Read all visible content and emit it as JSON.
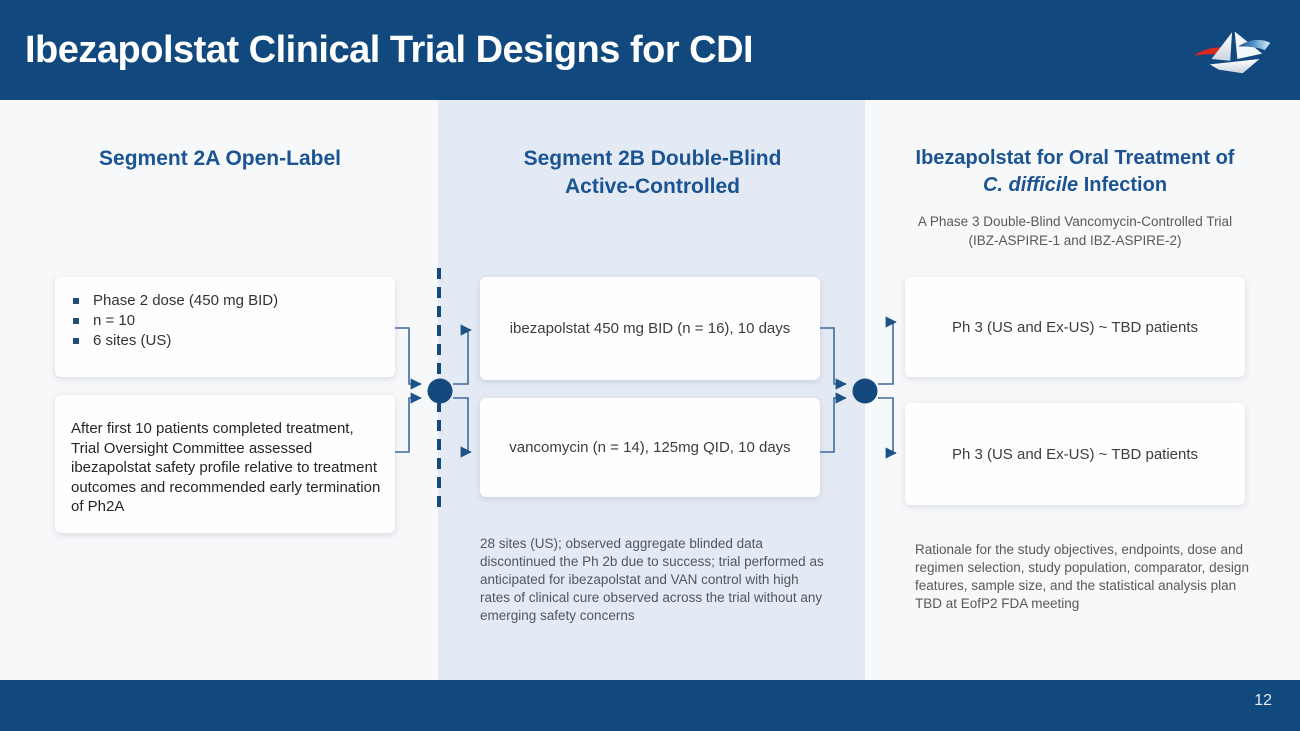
{
  "slide": {
    "title": "Ibezapolstat Clinical Trial Designs for CDI",
    "page_number": "12",
    "logo": "paper-sailboat-logo"
  },
  "colors": {
    "header_bg": "#11497e",
    "footer_bg": "#11497e",
    "band_bg": "#e4eaf4",
    "page_bg": "#f7f8fa",
    "heading_blue": "#1c5493",
    "bullet_blue": "#1f4e79",
    "connector": "#3f6a9e",
    "node_blue": "#14497e",
    "logo_red": "#d8281f"
  },
  "columns": {
    "left": {
      "heading": "Segment 2A Open-Label",
      "box1_bullets": [
        "Phase 2 dose (450 mg BID)",
        "n = 10",
        "6 sites (US)"
      ],
      "box2_text": "After first 10 patients completed treatment, Trial Oversight Committee assessed ibezapolstat safety profile relative to treatment outcomes and recommended early termination of Ph2A"
    },
    "middle": {
      "heading_line1": "Segment 2B Double-Blind",
      "heading_line2": "Active-Controlled",
      "box1_text": "ibezapolstat 450 mg BID (n = 16), 10 days",
      "box2_text": "vancomycin (n = 14), 125mg QID, 10 days",
      "note": "28 sites (US); observed aggregate blinded data discontinued the Ph 2b due to success; trial performed as anticipated for ibezapolstat and VAN control with high rates of clinical cure observed across the trial without any emerging safety concerns"
    },
    "right": {
      "heading_line1": "Ibezapolstat for Oral Treatment of",
      "heading_italic": "C. difficile",
      "heading_line2_rest": " Infection",
      "subtitle_line1": "A Phase 3 Double-Blind Vancomycin-Controlled Trial",
      "subtitle_line2": "(IBZ-ASPIRE-1 and IBZ-ASPIRE-2)",
      "box1_text": "Ph 3 (US and Ex-US) ~ TBD patients",
      "box2_text": "Ph 3 (US and Ex-US) ~ TBD patients",
      "note": "Rationale for the study objectives,  endpoints, dose and regimen selection, study population, comparator, design features, sample size, and the statistical analysis plan TBD at EofP2 FDA meeting"
    }
  }
}
